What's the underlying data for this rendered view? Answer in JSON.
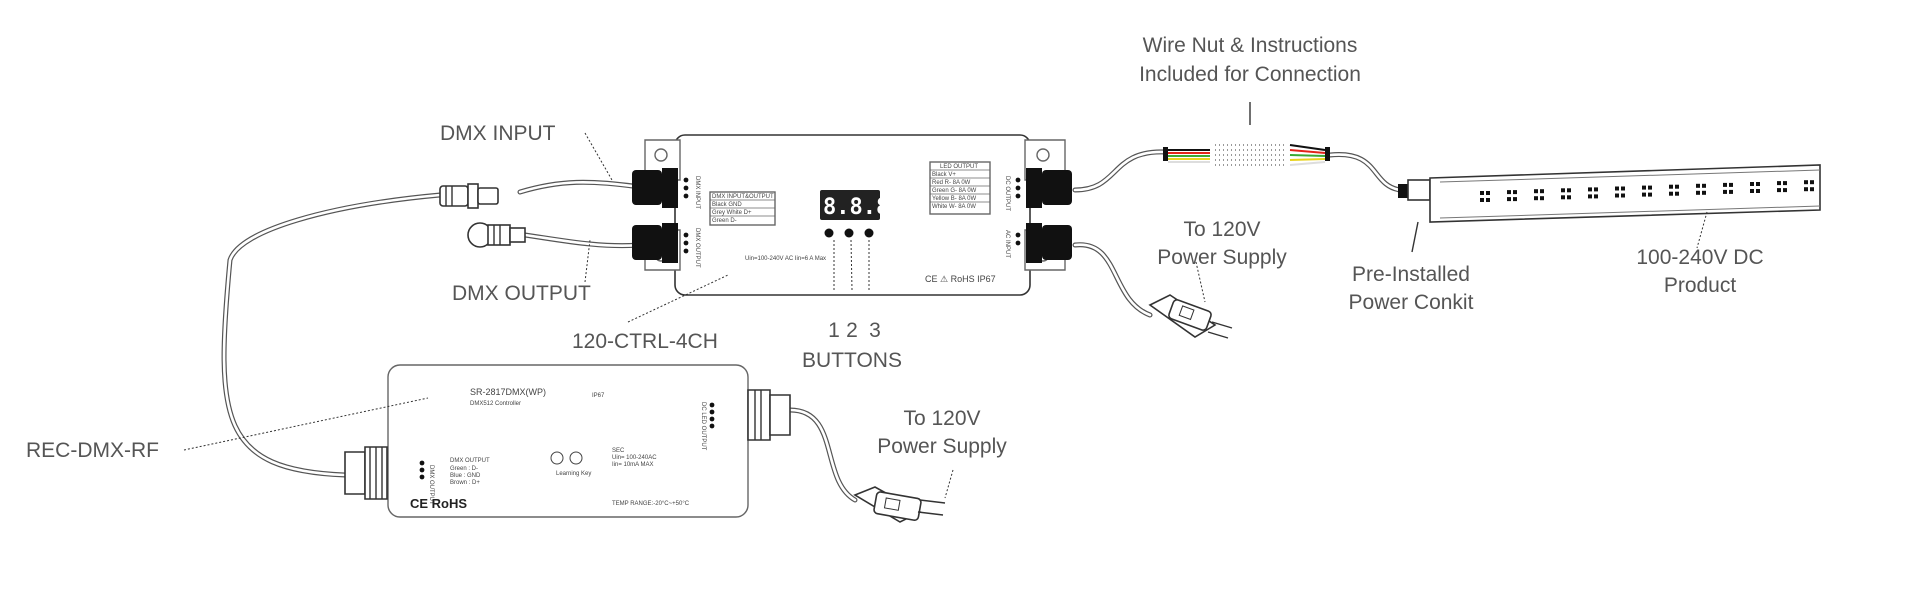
{
  "labels": {
    "dmx_input": "DMX INPUT",
    "dmx_output": "DMX OUTPUT",
    "ctrl_model": "120-CTRL-4CH",
    "rec": "REC-DMX-RF",
    "wire_nut_line1": "Wire Nut & Instructions",
    "wire_nut_line2": "Included for Connection",
    "power_top_line1": "To 120V",
    "power_top_line2": "Power Supply",
    "power_bottom_line1": "To 120V",
    "power_bottom_line2": "Power Supply",
    "conkit_line1": "Pre-Installed",
    "conkit_line2": "Power Conkit",
    "product_line1": "100-240V DC",
    "product_line2": "Product",
    "button_1": "1",
    "button_2": "2",
    "button_3": "3",
    "buttons": "BUTTONS"
  },
  "controller": {
    "display": "8.8.8.",
    "ce_rohs": "CE ⚠ RoHS IP67",
    "table_header": "DMX INPUT&OUTPUT",
    "table_rows": [
      "Black  GND",
      "Grey White  D+",
      "Green  D-"
    ],
    "led_output_header": "LED OUTPUT",
    "led_rows": [
      "Black  V+",
      "Red  R-  8A  0W",
      "Green  G-  8A  0W",
      "Yellow  B-  8A  0W",
      "White  W-  8A  0W"
    ],
    "specs": "Uin=100-240V AC  Iin=6 A Max",
    "port_dmx_in": "DMX INPUT",
    "port_dmx_out": "DMX OUTPUT",
    "port_dc_out": "DC OUTPUT",
    "port_ac_in": "AC INPUT"
  },
  "receiver": {
    "model": "SR-2817DMX(WP)",
    "subtitle": "DMX512 Controller",
    "ip": "IP67",
    "dmx_output_title": "DMX OUTPUT",
    "dmx_output_rows": [
      "Green  : D-",
      "Blue  : GND",
      "Brown  : D+"
    ],
    "learning_key": "Learning Key",
    "spec_lines": [
      "SEC",
      "Uin= 100-240AC",
      "Iin= 10mA MAX"
    ],
    "temp": "TEMP RANGE:-20°C~+50°C",
    "ce_rohs": "CE RoHS",
    "port_left": "DMX OUTPUT",
    "port_right": "DC LED OUTPUT"
  },
  "colors": {
    "line": "#333333",
    "text": "#555555",
    "device_fill": "#ffffff"
  }
}
